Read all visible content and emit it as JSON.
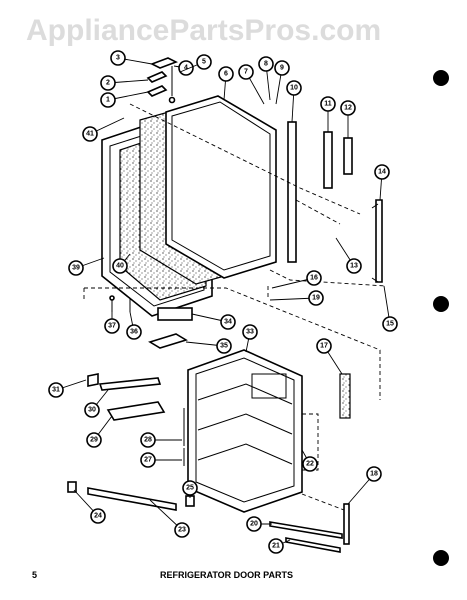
{
  "watermark": "AppliancePartsPros.com",
  "caption": "REFRIGERATOR DOOR PARTS",
  "page_number": "5",
  "callouts": [
    "1",
    "2",
    "3",
    "4",
    "5",
    "6",
    "7",
    "8",
    "9",
    "10",
    "11",
    "12",
    "13",
    "14",
    "15",
    "16",
    "17",
    "18",
    "19",
    "20",
    "21",
    "22",
    "23",
    "24",
    "25",
    "27",
    "28",
    "29",
    "30",
    "31",
    "33",
    "34",
    "35",
    "36",
    "37",
    "39",
    "40",
    "41"
  ]
}
